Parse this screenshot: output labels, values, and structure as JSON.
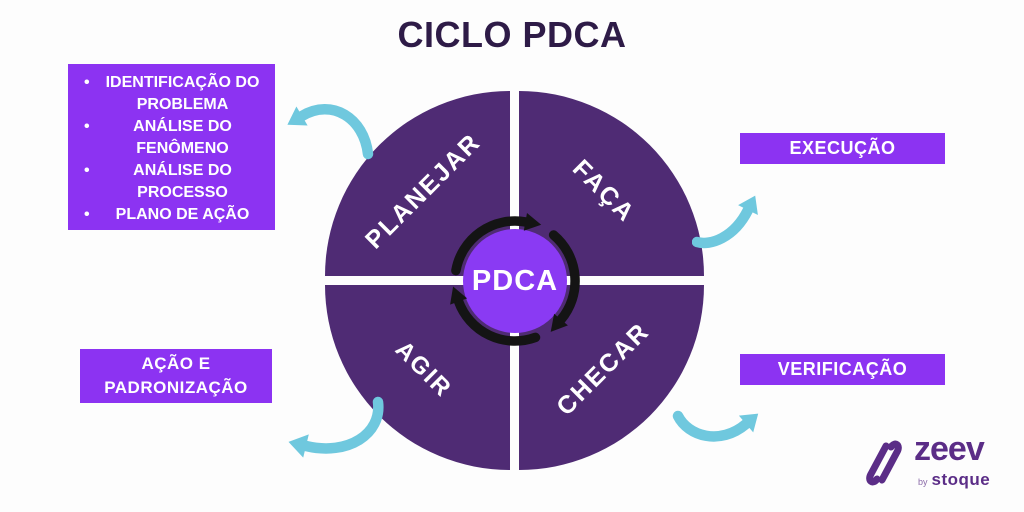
{
  "title": "CICLO PDCA",
  "colors": {
    "title_text": "#2e1b47",
    "quadrant_purple": "#4f2b74",
    "accent_purple": "#8c33f2",
    "center_circle_purple": "#8a3af3",
    "arrow_cyan": "#6fc8de",
    "cycle_ring_black": "#141414",
    "logo_purple": "#5b2d87",
    "text_on_purple": "#ffffff"
  },
  "diagram": {
    "center_label": "PDCA",
    "quadrants": [
      {
        "position": "top-left",
        "label": "PLANEJAR"
      },
      {
        "position": "top-right",
        "label": "FAÇA"
      },
      {
        "position": "bottom-left",
        "label": "AGIR"
      },
      {
        "position": "bottom-right",
        "label": "CHECAR"
      }
    ]
  },
  "plan_box": {
    "items": [
      "IDENTIFICAÇÃO DO PROBLEMA",
      "ANÁLISE DO FENÔMENO",
      "ANÁLISE DO PROCESSO",
      "PLANO DE AÇÃO"
    ],
    "bullet": "•"
  },
  "side_boxes": {
    "execucao": "EXECUÇÃO",
    "verificacao": "VERIFICAÇÃO",
    "acao": "AÇÃO E PADRONIZAÇÃO"
  },
  "logo": {
    "brand": "zeev",
    "byline_prefix": "by",
    "byline_brand": "stoque"
  },
  "icons": {
    "cycle_arrows": "clockwise-circular-arrows",
    "swoosh_arrow": "curved-cyan-arrow",
    "logo_mark": "zeev-zigzag-monogram"
  }
}
